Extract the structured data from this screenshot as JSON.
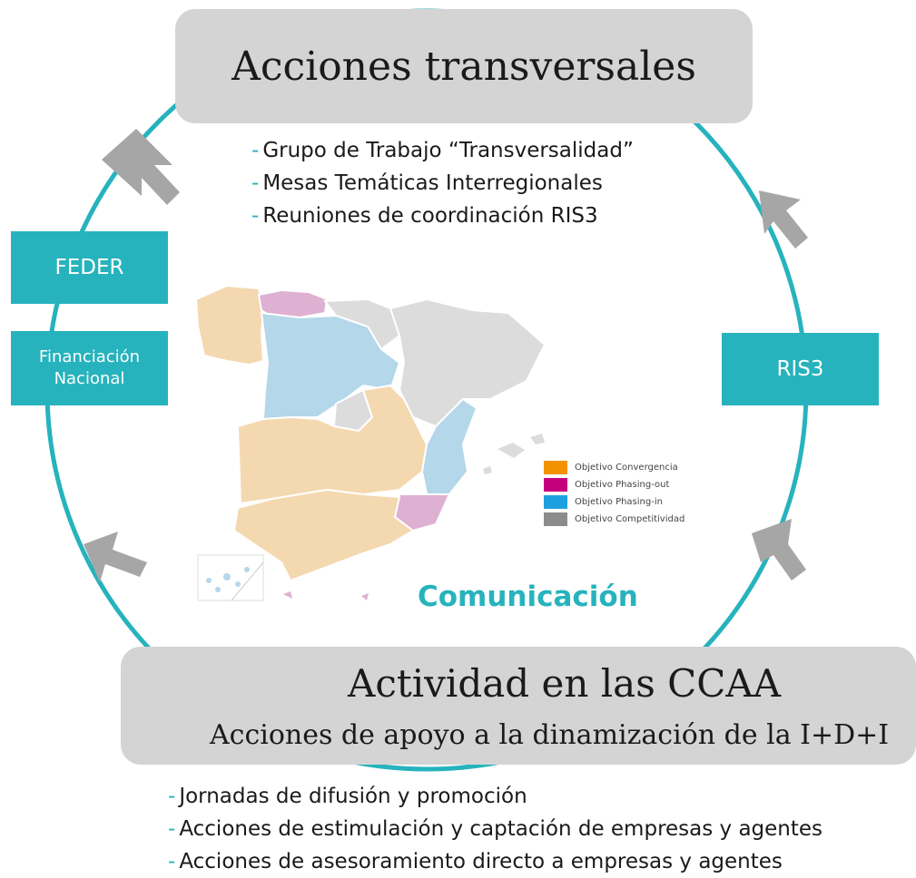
{
  "top_box": {
    "title": "Acciones transversales"
  },
  "top_items": [
    "Grupo de Trabajo “Transversalidad”",
    "Mesas Temáticas Interregionales",
    "Reuniones de coordinación RIS3"
  ],
  "left_boxes": {
    "feder": "FEDER",
    "financiacion_line1": "Financiación",
    "financiacion_line2": "Nacional"
  },
  "right_box": {
    "label": "RIS3"
  },
  "center_label": "Comunicación",
  "legend": [
    {
      "label": "Objetivo Convergencia",
      "color": "#f39200"
    },
    {
      "label": "Objetivo Phasing-out",
      "color": "#c5007c"
    },
    {
      "label": "Objetivo Phasing-in",
      "color": "#1ea0df"
    },
    {
      "label": "Objetivo Competitividad",
      "color": "#8c8c8c"
    }
  ],
  "bottom_box": {
    "title": "Actividad en las CCAA",
    "subtitle": "Acciones de apoyo a la dinamización de la I+D+I"
  },
  "bottom_items": [
    "Jornadas de difusión y promoción",
    "Acciones de estimulación y captación de empresas y agentes",
    "Acciones de asesoramiento directo a empresas y agentes"
  ],
  "colors": {
    "teal": "#26b3bd",
    "box_gray": "#d4d4d4",
    "arrow_gray": "#a6a6a6",
    "map_orange": "#f4d8b0",
    "map_pink": "#deb0d2",
    "map_blue": "#b4d7ea",
    "map_gray": "#dcdcdc"
  }
}
